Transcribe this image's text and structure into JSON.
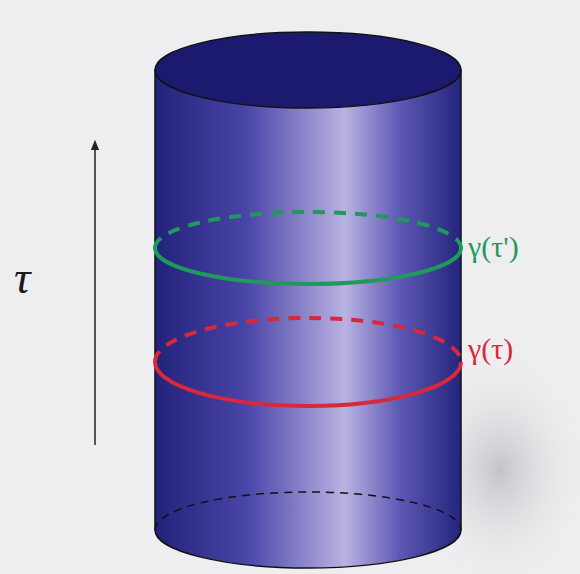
{
  "diagram": {
    "labels": [
      "τ",
      "γ(τ')",
      "γ(τ)"
    ]
  }
}
